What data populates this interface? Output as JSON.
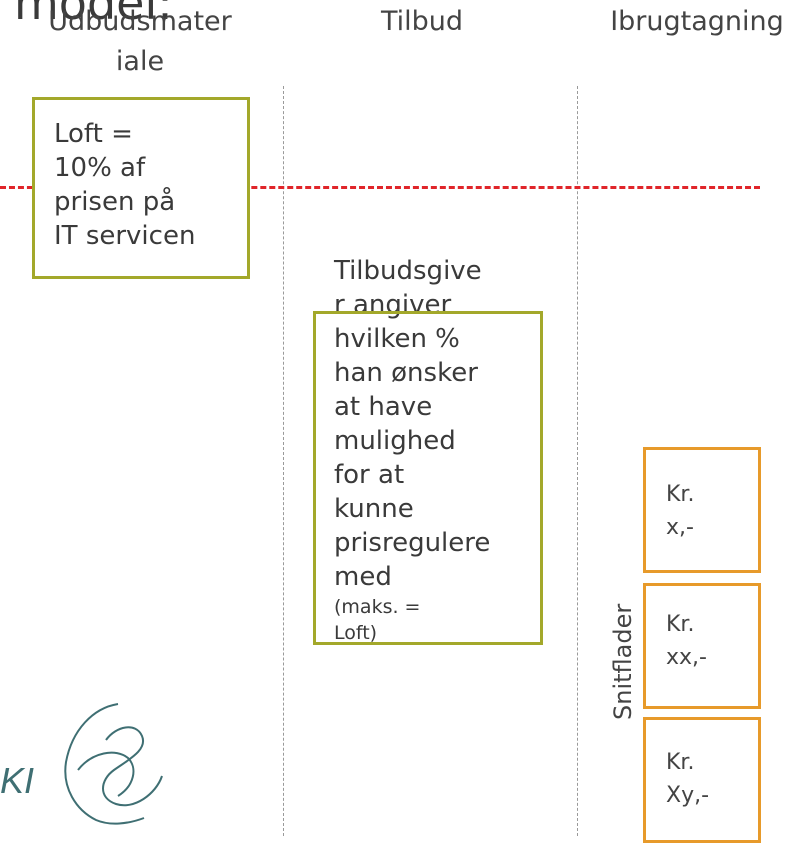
{
  "title_fragment": "model:",
  "columns": {
    "col1": "Udbudsmateriale",
    "col1_line1": "Udbudsmater",
    "col1_line2": "iale",
    "col2": "Tilbud",
    "col3": "Ibrugtagning"
  },
  "loft_box": {
    "lines": [
      "Loft =",
      "10% af",
      "prisen på",
      "IT servicen"
    ]
  },
  "tilbud_text": {
    "lines": [
      "Tilbudsgive",
      "r angiver",
      "hvilken %",
      "han ønsker",
      "at have",
      "mulighed",
      "for at",
      "kunne",
      "prisregulere",
      "med"
    ],
    "note_lines": [
      "(maks. =",
      "Loft)"
    ]
  },
  "side_label": "Snitflader",
  "price_boxes": [
    {
      "line1": "Kr.",
      "line2": "x,-"
    },
    {
      "line1": "Kr.",
      "line2": "xx,-"
    },
    {
      "line1": "Kr.",
      "line2": "Xy,-"
    }
  ],
  "logo_text": "KI",
  "colors": {
    "green": "#a3a82a",
    "orange": "#e79a2a",
    "red_line": "#e0252a",
    "divider": "#9a9a9a"
  }
}
